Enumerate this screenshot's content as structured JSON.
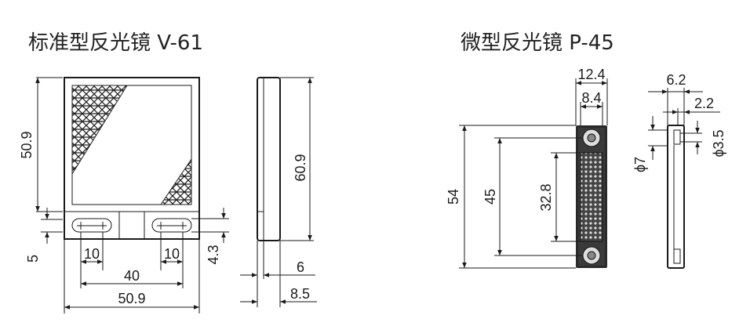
{
  "left": {
    "title": "标准型反光镜 V-61",
    "dims": {
      "height_refl": "50.9",
      "height_total": "60.9",
      "slot_offset": "5",
      "slot_w1": "10",
      "slot_w2": "10",
      "slot_h": "4.3",
      "hole_span": "40",
      "width": "50.9",
      "side_a": "6",
      "side_b": "8.5"
    }
  },
  "right": {
    "title": "微型反光镜 P-45",
    "dims": {
      "width_outer": "12.4",
      "width_inner": "8.4",
      "height_total": "54",
      "hole_span": "45",
      "refl_h": "32.8",
      "side_w": "6.2",
      "side_step": "2.2",
      "dia_small": "ϕ3.5",
      "dia_large": "ϕ7"
    }
  }
}
